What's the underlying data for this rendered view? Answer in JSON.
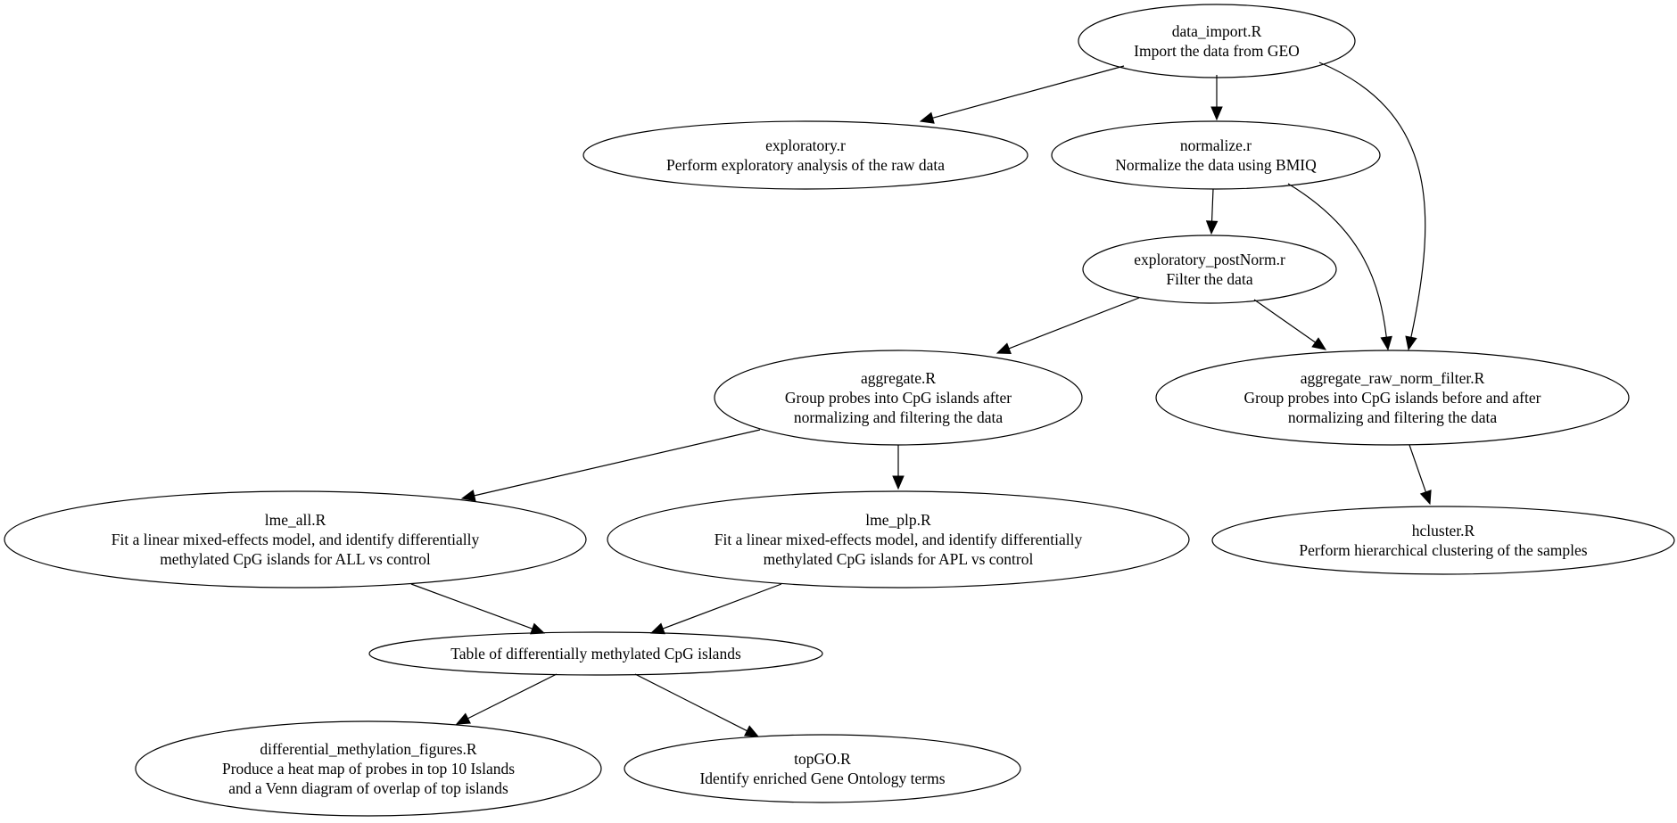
{
  "nodes": [
    {
      "id": "data_import",
      "lines": [
        "data_import.R",
        "Import the data from GEO"
      ]
    },
    {
      "id": "exploratory",
      "lines": [
        "exploratory.r",
        "Perform exploratory analysis of the raw data"
      ]
    },
    {
      "id": "normalize",
      "lines": [
        "normalize.r",
        "Normalize the data using BMIQ"
      ]
    },
    {
      "id": "exploratory_postNorm",
      "lines": [
        "exploratory_postNorm.r",
        "Filter the data"
      ]
    },
    {
      "id": "aggregate",
      "lines": [
        "aggregate.R",
        "Group probes into CpG islands after",
        "normalizing and filtering the data"
      ]
    },
    {
      "id": "aggregate_raw_norm_filter",
      "lines": [
        "aggregate_raw_norm_filter.R",
        "Group probes into CpG islands before and after",
        "normalizing and filtering the data"
      ]
    },
    {
      "id": "lme_all",
      "lines": [
        "lme_all.R",
        "Fit a linear mixed-effects model, and identify differentially",
        "methylated CpG islands for ALL vs control"
      ]
    },
    {
      "id": "lme_plp",
      "lines": [
        "lme_plp.R",
        "Fit a linear mixed-effects model, and identify differentially",
        "methylated CpG islands for APL vs control"
      ]
    },
    {
      "id": "hcluster",
      "lines": [
        "hcluster.R",
        "Perform hierarchical clustering of the samples"
      ]
    },
    {
      "id": "table_dm",
      "lines": [
        "Table of differentially methylated CpG islands"
      ]
    },
    {
      "id": "dm_figures",
      "lines": [
        "differential_methylation_figures.R",
        "Produce a heat map of probes in top 10 Islands",
        "and a Venn diagram of overlap of top islands"
      ]
    },
    {
      "id": "topgo",
      "lines": [
        "topGO.R",
        "Identify enriched Gene Ontology terms"
      ]
    }
  ],
  "edges": [
    {
      "from": "data_import",
      "to": "exploratory"
    },
    {
      "from": "data_import",
      "to": "normalize"
    },
    {
      "from": "data_import",
      "to": "aggregate_raw_norm_filter"
    },
    {
      "from": "normalize",
      "to": "exploratory_postNorm"
    },
    {
      "from": "normalize",
      "to": "aggregate_raw_norm_filter"
    },
    {
      "from": "exploratory_postNorm",
      "to": "aggregate"
    },
    {
      "from": "exploratory_postNorm",
      "to": "aggregate_raw_norm_filter"
    },
    {
      "from": "aggregate",
      "to": "lme_all"
    },
    {
      "from": "aggregate",
      "to": "lme_plp"
    },
    {
      "from": "aggregate_raw_norm_filter",
      "to": "hcluster"
    },
    {
      "from": "lme_all",
      "to": "table_dm"
    },
    {
      "from": "lme_plp",
      "to": "table_dm"
    },
    {
      "from": "table_dm",
      "to": "dm_figures"
    },
    {
      "from": "table_dm",
      "to": "topgo"
    }
  ]
}
